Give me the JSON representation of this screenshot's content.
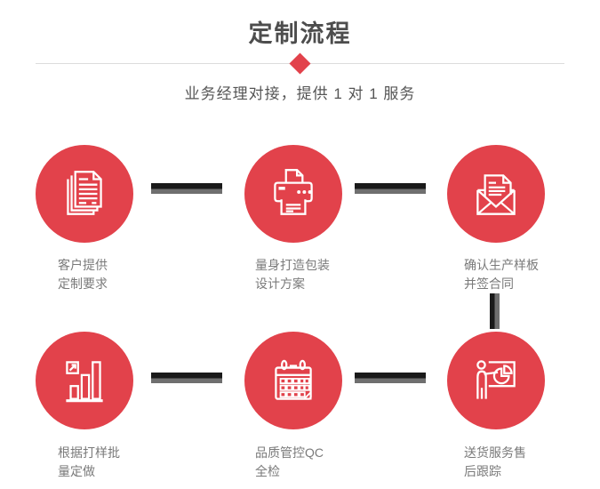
{
  "header": {
    "title": "定制流程",
    "subtitle": "业务经理对接，提供 1 对 1 服务"
  },
  "colors": {
    "accent_red": "#e2424b",
    "title_gray": "#4d4d4d",
    "subtitle_gray": "#555555",
    "label_gray": "#7a7a7a",
    "connector_black": "#1a1a1a",
    "connector_gray": "#6f6f6f",
    "divider_gray": "#dcdcdc",
    "icon_stroke": "#ffffff"
  },
  "steps": [
    {
      "icon": "documents-icon",
      "label_line1": "客户提供",
      "label_line2": "定制要求"
    },
    {
      "icon": "printer-icon",
      "label_line1": "量身打造包装",
      "label_line2": "设计方案"
    },
    {
      "icon": "envelope-icon",
      "label_line1": "确认生产样板",
      "label_line2": "并签合同"
    },
    {
      "icon": "bar-chart-icon",
      "label_line1": "根据打样批",
      "label_line2": "量定做"
    },
    {
      "icon": "calendar-icon",
      "label_line1": "品质管控QC",
      "label_line2": "全检"
    },
    {
      "icon": "presentation-icon",
      "label_line1": "送货服务售",
      "label_line2": "后跟踪"
    }
  ]
}
